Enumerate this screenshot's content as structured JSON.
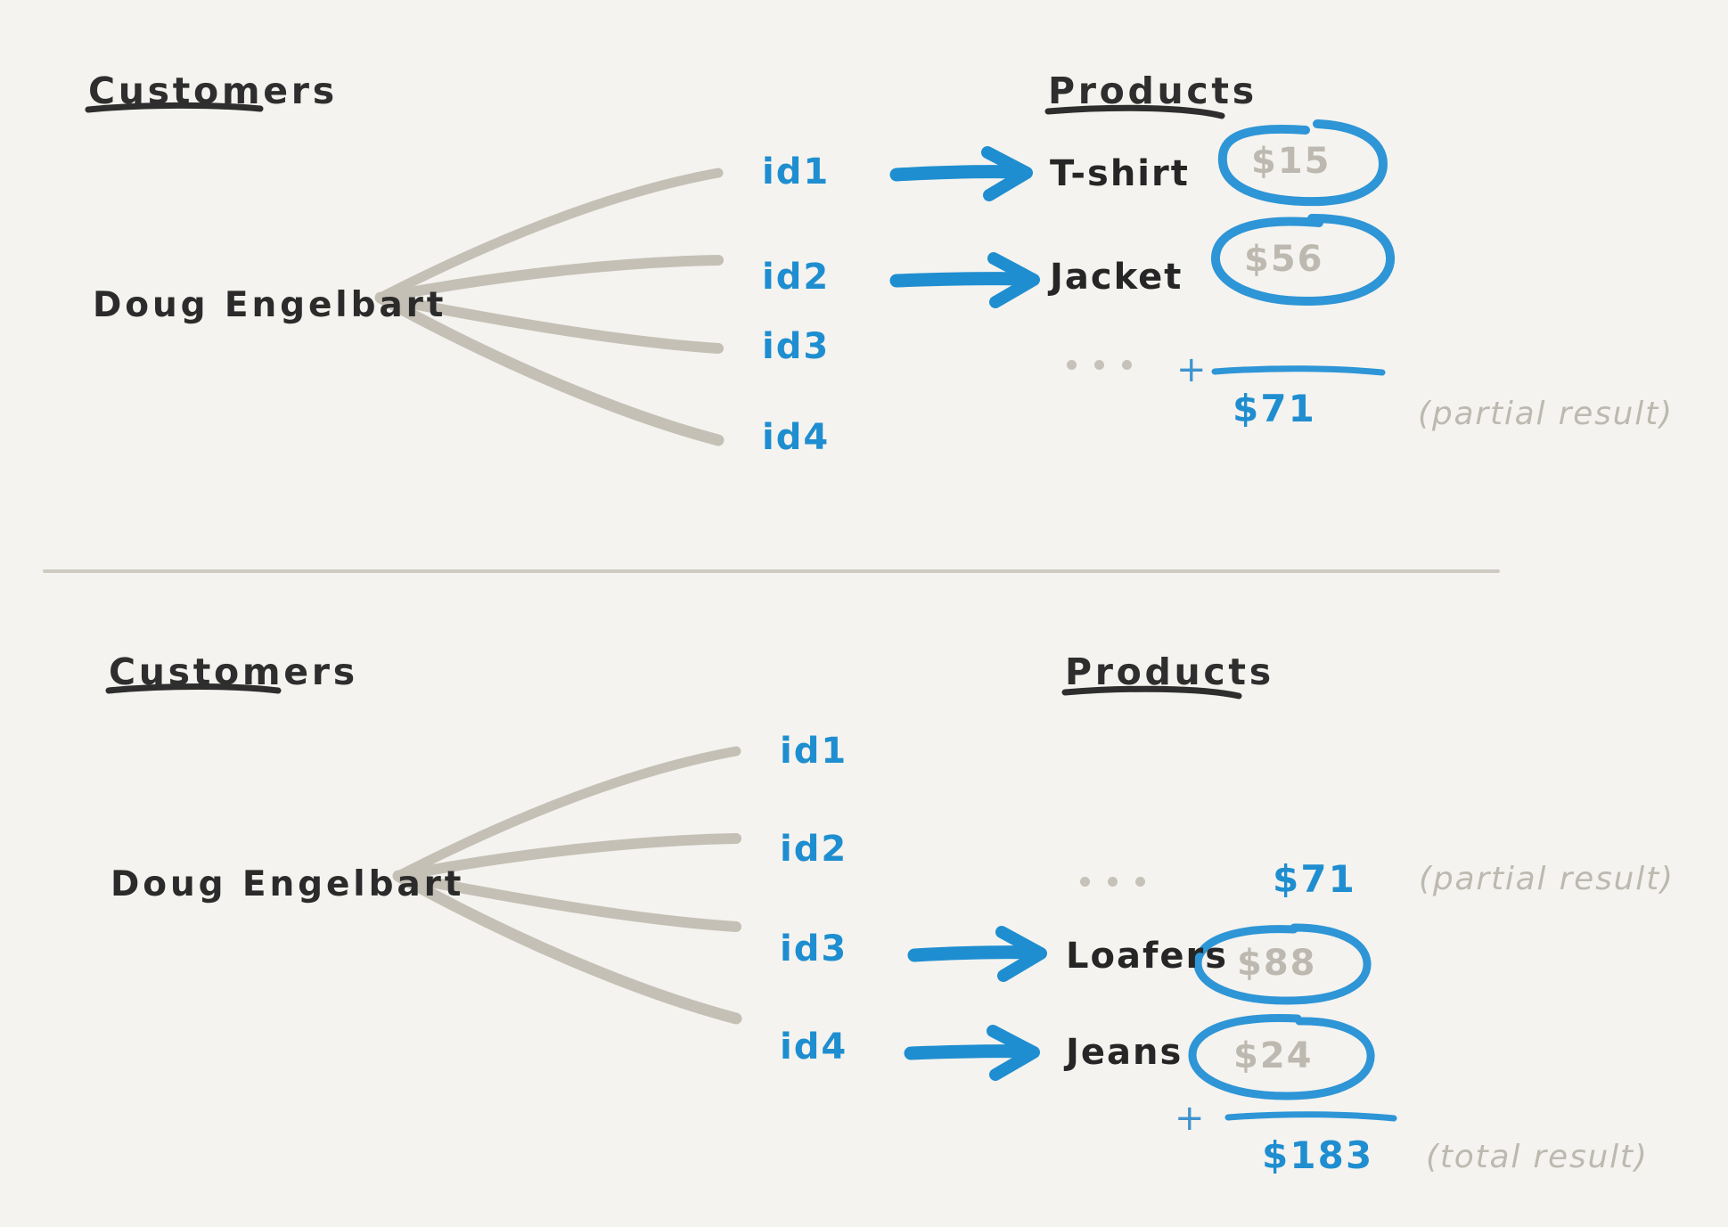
{
  "background_color": "#f4f3ef",
  "accent_blue": "#1f8ed0",
  "muted_gray": "#bdb9b0",
  "branch_gray": "#c5c0b6",
  "ink_black": "#2b2b2b",
  "panels": [
    {
      "id": "top-panel",
      "customers_heading": "Customers",
      "products_heading": "Products",
      "customer_name": "Doug Engelbart",
      "ids": [
        "id1",
        "id2",
        "id3",
        "id4"
      ],
      "mapped_rows": [
        {
          "id": "id1",
          "product": "T-shirt",
          "price": "$15",
          "circled": true,
          "arrow": true
        },
        {
          "id": "id2",
          "product": "Jacket",
          "price": "$56",
          "circled": true,
          "arrow": true
        }
      ],
      "ellipsis": "...",
      "plus_sign": "+",
      "sum_value": "$71",
      "sum_note": "(partial result)"
    },
    {
      "id": "bottom-panel",
      "customers_heading": "Customers",
      "products_heading": "Products",
      "customer_name": "Doug Engelbart",
      "ids": [
        "id1",
        "id2",
        "id3",
        "id4"
      ],
      "carried_value": "$71",
      "carried_note": "(partial result)",
      "ellipsis": "...",
      "mapped_rows": [
        {
          "id": "id3",
          "product": "Loafers",
          "price": "$88",
          "circled": true,
          "arrow": true
        },
        {
          "id": "id4",
          "product": "Jeans",
          "price": "$24",
          "circled": true,
          "arrow": true
        }
      ],
      "plus_sign": "+",
      "sum_value": "$183",
      "sum_note": "(total result)"
    }
  ]
}
